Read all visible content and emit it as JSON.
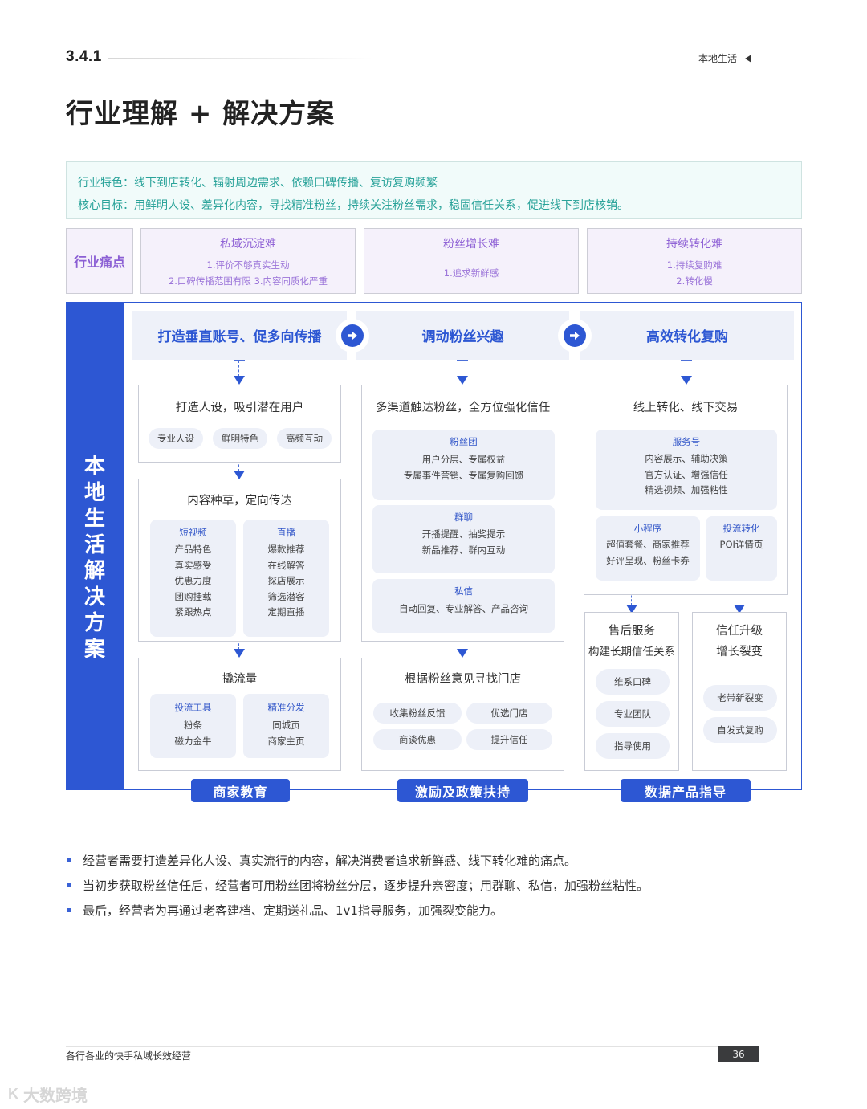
{
  "header": {
    "section_number": "3.4.1",
    "chapter_label": "本地生活",
    "title": "行业理解 + 解决方案"
  },
  "colors": {
    "primary_blue": "#2d57d3",
    "teal_text": "#2aa39a",
    "purple_text": "#9063d6",
    "card_bg": "#edf0f8"
  },
  "features": {
    "industry_traits": "行业特色：线下到店转化、辐射周边需求、依赖口碑传播、复访复购频繁",
    "core_goal": "核心目标：用鲜明人设、差异化内容，寻找精准粉丝，持续关注粉丝需求，稳固信任关系，促进线下到店核销。"
  },
  "pain_points": {
    "label": "行业痛点",
    "cards": [
      {
        "title": "私域沉淀难",
        "lines": [
          "1.评价不够真实生动",
          "2.口碑传播范围有限   3.内容同质化严重"
        ]
      },
      {
        "title": "粉丝增长难",
        "lines": [
          "1.追求新鲜感"
        ]
      },
      {
        "title": "持续转化难",
        "lines": [
          "1.持续复购难",
          "2.转化慢"
        ]
      }
    ]
  },
  "solution": {
    "side_title": [
      "本",
      "地",
      "生",
      "活",
      "解",
      "决",
      "方",
      "案"
    ],
    "stages": [
      {
        "title": "打造垂直账号、促多向传播"
      },
      {
        "title": "调动粉丝兴趣"
      },
      {
        "title": "高效转化复购"
      }
    ],
    "col1": {
      "box1": {
        "title": "打造人设，吸引潜在用户",
        "pills": [
          "专业人设",
          "鲜明特色",
          "高频互动"
        ]
      },
      "box2": {
        "title": "内容种草，定向传达",
        "cards": [
          {
            "title": "短视频",
            "lines": [
              "产品特色",
              "真实感受",
              "优惠力度",
              "团购挂载",
              "紧跟热点"
            ]
          },
          {
            "title": "直播",
            "lines": [
              "爆款推荐",
              "在线解答",
              "探店展示",
              "筛选潜客",
              "定期直播"
            ]
          }
        ]
      },
      "box3": {
        "title": "撬流量",
        "cards": [
          {
            "title": "投流工具",
            "lines": [
              "粉条",
              "磁力金牛"
            ]
          },
          {
            "title": "精准分发",
            "lines": [
              "同城页",
              "商家主页"
            ]
          }
        ]
      }
    },
    "col2": {
      "box1": {
        "title": "多渠道触达粉丝，全方位强化信任",
        "cards": [
          {
            "title": "粉丝团",
            "lines": [
              "用户分层、专属权益",
              "专属事件营销、专属复购回馈"
            ]
          },
          {
            "title": "群聊",
            "lines": [
              "开播提醒、抽奖提示",
              "新品推荐、群内互动"
            ]
          },
          {
            "title": "私信",
            "lines": [
              "自动回复、专业解答、产品咨询"
            ]
          }
        ]
      },
      "box2": {
        "title": "根据粉丝意见寻找门店",
        "pills": [
          "收集粉丝反馈",
          "优选门店",
          "商谈优惠",
          "提升信任"
        ]
      }
    },
    "col3": {
      "box1": {
        "title": "线上转化、线下交易",
        "cards": [
          {
            "title": "服务号",
            "lines": [
              "内容展示、辅助决策",
              "官方认证、增强信任",
              "精选视频、加强粘性"
            ]
          },
          {
            "title": "小程序",
            "lines": [
              "超值套餐、商家推荐",
              "好评呈现、粉丝卡券"
            ]
          },
          {
            "title": "投流转化",
            "lines": [
              "POI详情页"
            ]
          }
        ]
      },
      "box_after_sales": {
        "title_lines": [
          "售后服务",
          "构建长期信任关系"
        ],
        "pills": [
          "维系口碑",
          "专业团队",
          "指导使用"
        ]
      },
      "box_trust": {
        "title_lines": [
          "信任升级",
          "增长裂变"
        ],
        "pills": [
          "老带新裂变",
          "自发式复购"
        ]
      }
    },
    "bottom_buttons": [
      "商家教育",
      "激励及政策扶持",
      "数据产品指导"
    ]
  },
  "bullets": [
    "经营者需要打造差异化人设、真实流行的内容，解决消费者追求新鲜感、线下转化难的痛点。",
    "当初步获取粉丝信任后，经营者可用粉丝团将粉丝分层，逐步提升亲密度；用群聊、私信，加强粉丝粘性。",
    "最后，经营者为再通过老客建档、定期送礼品、1v1指导服务，加强裂变能力。"
  ],
  "footer": {
    "book_title": "各行各业的快手私域长效经营",
    "page_number": "36"
  },
  "watermark": {
    "logo": "K",
    "text": "大数跨境"
  }
}
